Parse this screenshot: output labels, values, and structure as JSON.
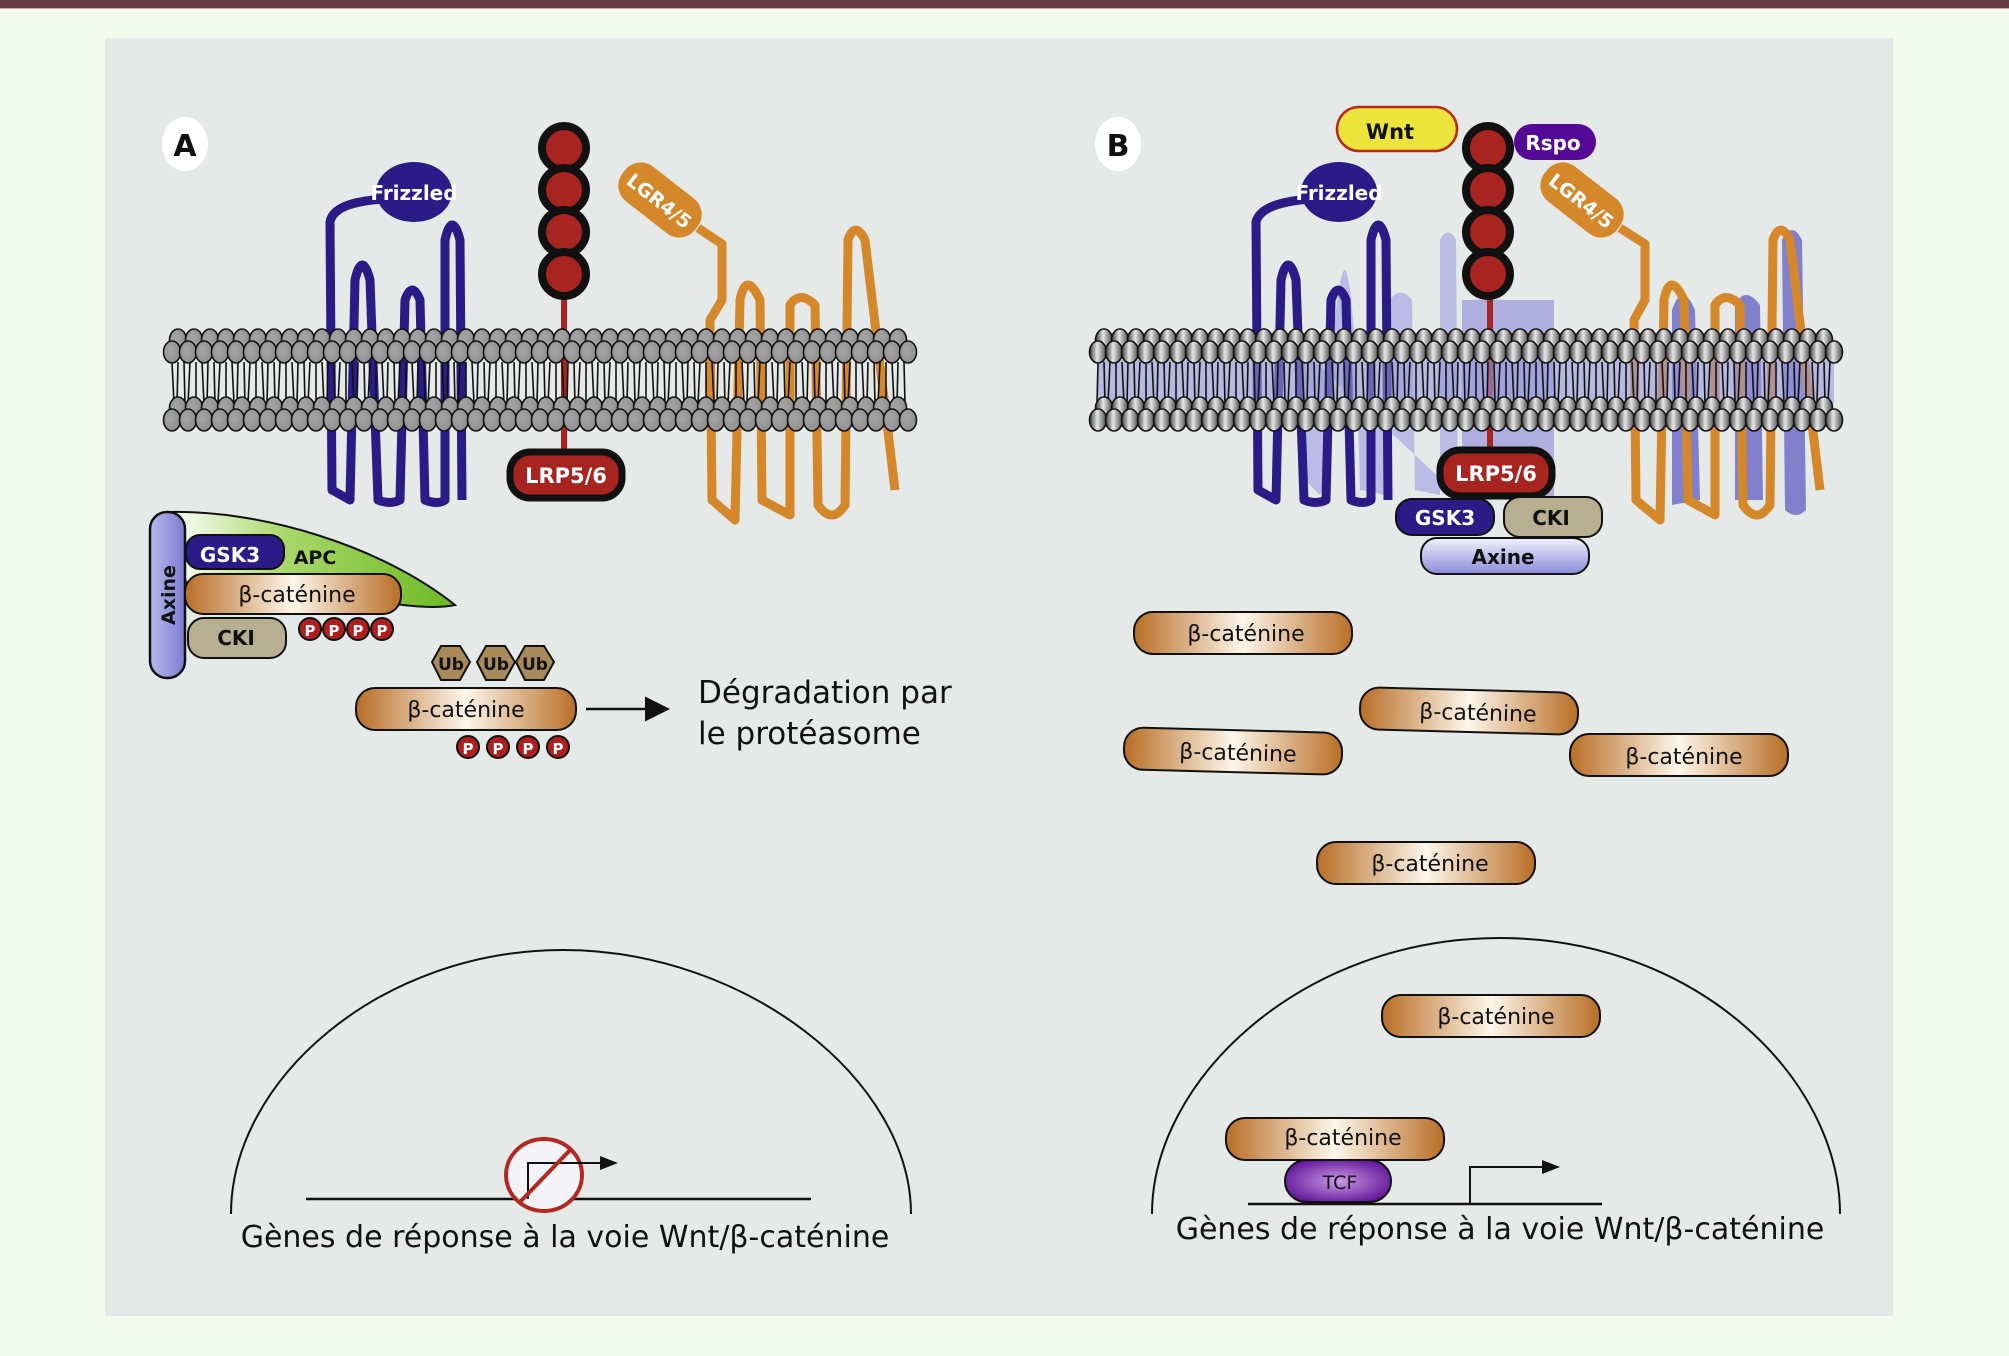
{
  "figure": {
    "panels": [
      {
        "id": "A",
        "label": "A",
        "receptors": {
          "frizzled": "Frizzled",
          "lrp": "LRP5/6",
          "lgr": "LGR4/5"
        },
        "destruction_complex": {
          "axine": "Axine",
          "gsk3": "GSK3",
          "apc": "APC",
          "beta_catenin": "β-caténine",
          "cki": "CKI",
          "phospho": [
            "P",
            "P",
            "P",
            "P"
          ]
        },
        "degraded": {
          "ubiquitin": [
            "Ub",
            "Ub",
            "Ub"
          ],
          "beta_catenin": "β-caténine",
          "phospho": [
            "P",
            "P",
            "P",
            "P"
          ],
          "outcome_line1": "Dégradation par",
          "outcome_line2": "le protéasome"
        },
        "nucleus": {
          "promoter_state": "blocked",
          "caption": "Gènes de réponse à la voie Wnt/β-caténine"
        }
      },
      {
        "id": "B",
        "label": "B",
        "ligands": {
          "wnt": "Wnt",
          "rspo": "Rspo"
        },
        "receptors": {
          "frizzled": "Frizzled",
          "lrp": "LRP5/6",
          "lgr": "LGR4/5"
        },
        "signalosome": {
          "gsk3": "GSK3",
          "cki": "CKI",
          "axine": "Axine"
        },
        "cytoplasm_beta_catenins": [
          "β-caténine",
          "β-caténine",
          "β-caténine",
          "β-caténine",
          "β-caténine"
        ],
        "nucleus": {
          "beta_catenin_free": "β-caténine",
          "beta_catenin_bound": "β-caténine",
          "tcf": "TCF",
          "promoter_state": "active",
          "caption": "Gènes de réponse à la voie Wnt/β-caténine"
        }
      }
    ],
    "colors": {
      "top_bar": "#6b3a47",
      "page_background": "#f3fbec",
      "panel_background": "#e5e9e8",
      "frizzled": "#2c1a86",
      "lrp": "#a82420",
      "lgr": "#d4882a",
      "apc": "#7cc431",
      "beta_catenin": "#c07a34",
      "cki": "#b8ae92",
      "axine": "#9c9ce0",
      "wnt": "#ece43a",
      "rspo": "#540a96",
      "tcf": "#6c1e9e",
      "phospho": "#b01e1e",
      "ubiquitin": "#a7895a"
    }
  }
}
